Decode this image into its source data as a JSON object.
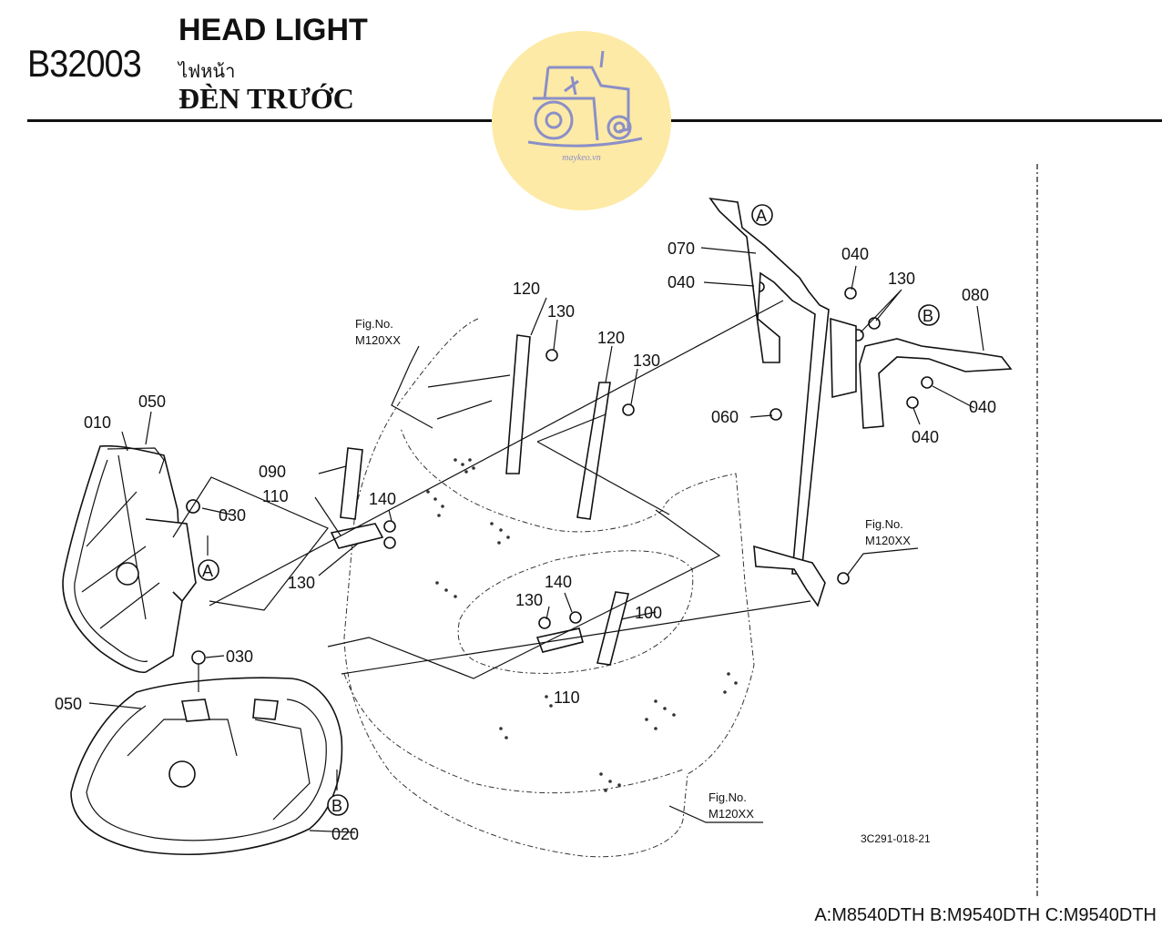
{
  "header": {
    "code": "B32003",
    "title_en": "HEAD LIGHT",
    "title_th": "ไฟหน้า",
    "title_vi": "ĐÈN TRƯỚC"
  },
  "logo": {
    "text": "maykeo.vn",
    "icon": "tractor-icon",
    "bg": "#fdeaa6",
    "fg": "#8b8fc7"
  },
  "part_labels": [
    "010",
    "050",
    "030",
    "030",
    "050",
    "020",
    "090",
    "110",
    "140",
    "130",
    "120",
    "130",
    "120",
    "130",
    "070",
    "040",
    "040",
    "130",
    "080",
    "040",
    "040",
    "060",
    "140",
    "130",
    "100",
    "110"
  ],
  "ref_marks": [
    "A",
    "A",
    "B",
    "B"
  ],
  "fig_refs": [
    {
      "title": "Fig.No.",
      "code": "M120XX"
    },
    {
      "title": "Fig.No.",
      "code": "M120XX"
    },
    {
      "title": "Fig.No.",
      "code": "M120XX"
    }
  ],
  "drawing_code": "3C291-018-21",
  "footer": "A:M8540DTH B:M9540DTH C:M9540DTH"
}
